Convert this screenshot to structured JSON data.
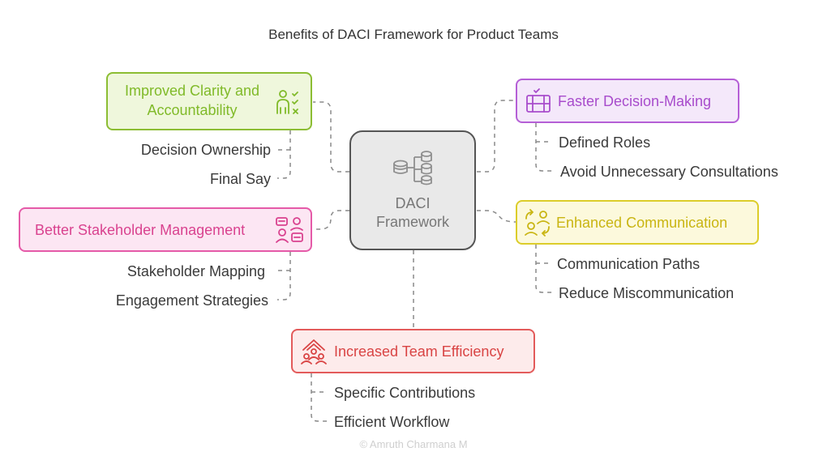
{
  "title": "Benefits of DACI Framework for Product Teams",
  "center": {
    "line1": "DACI",
    "line2": "Framework",
    "icon": "database-stack-icon"
  },
  "branches": {
    "clarity": {
      "label": "Improved Clarity and Accountability",
      "line1": "Improved Clarity and",
      "line2": "Accountability",
      "icon": "person-checklist-icon",
      "color": "#8cbd33",
      "items": [
        "Decision Ownership",
        "Final Say"
      ]
    },
    "decision": {
      "label": "Faster Decision-Making",
      "icon": "server-rack-icon",
      "color": "#b55fd6",
      "items": [
        "Defined Roles",
        "Avoid Unnecessary Consultations"
      ]
    },
    "stakeholder": {
      "label": "Better Stakeholder Management",
      "icon": "people-chat-icon",
      "color": "#e55aa8",
      "items": [
        "Stakeholder Mapping",
        "Engagement Strategies"
      ]
    },
    "communication": {
      "label": "Enhanced Communication",
      "icon": "people-exchange-icon",
      "color": "#dccd2a",
      "items": [
        "Communication Paths",
        "Reduce Miscommunication"
      ]
    },
    "efficiency": {
      "label": "Increased Team Efficiency",
      "icon": "team-growth-icon",
      "color": "#e35b5b",
      "items": [
        "Specific Contributions",
        "Efficient Workflow"
      ]
    }
  },
  "footer": "© Amruth Charmana M"
}
